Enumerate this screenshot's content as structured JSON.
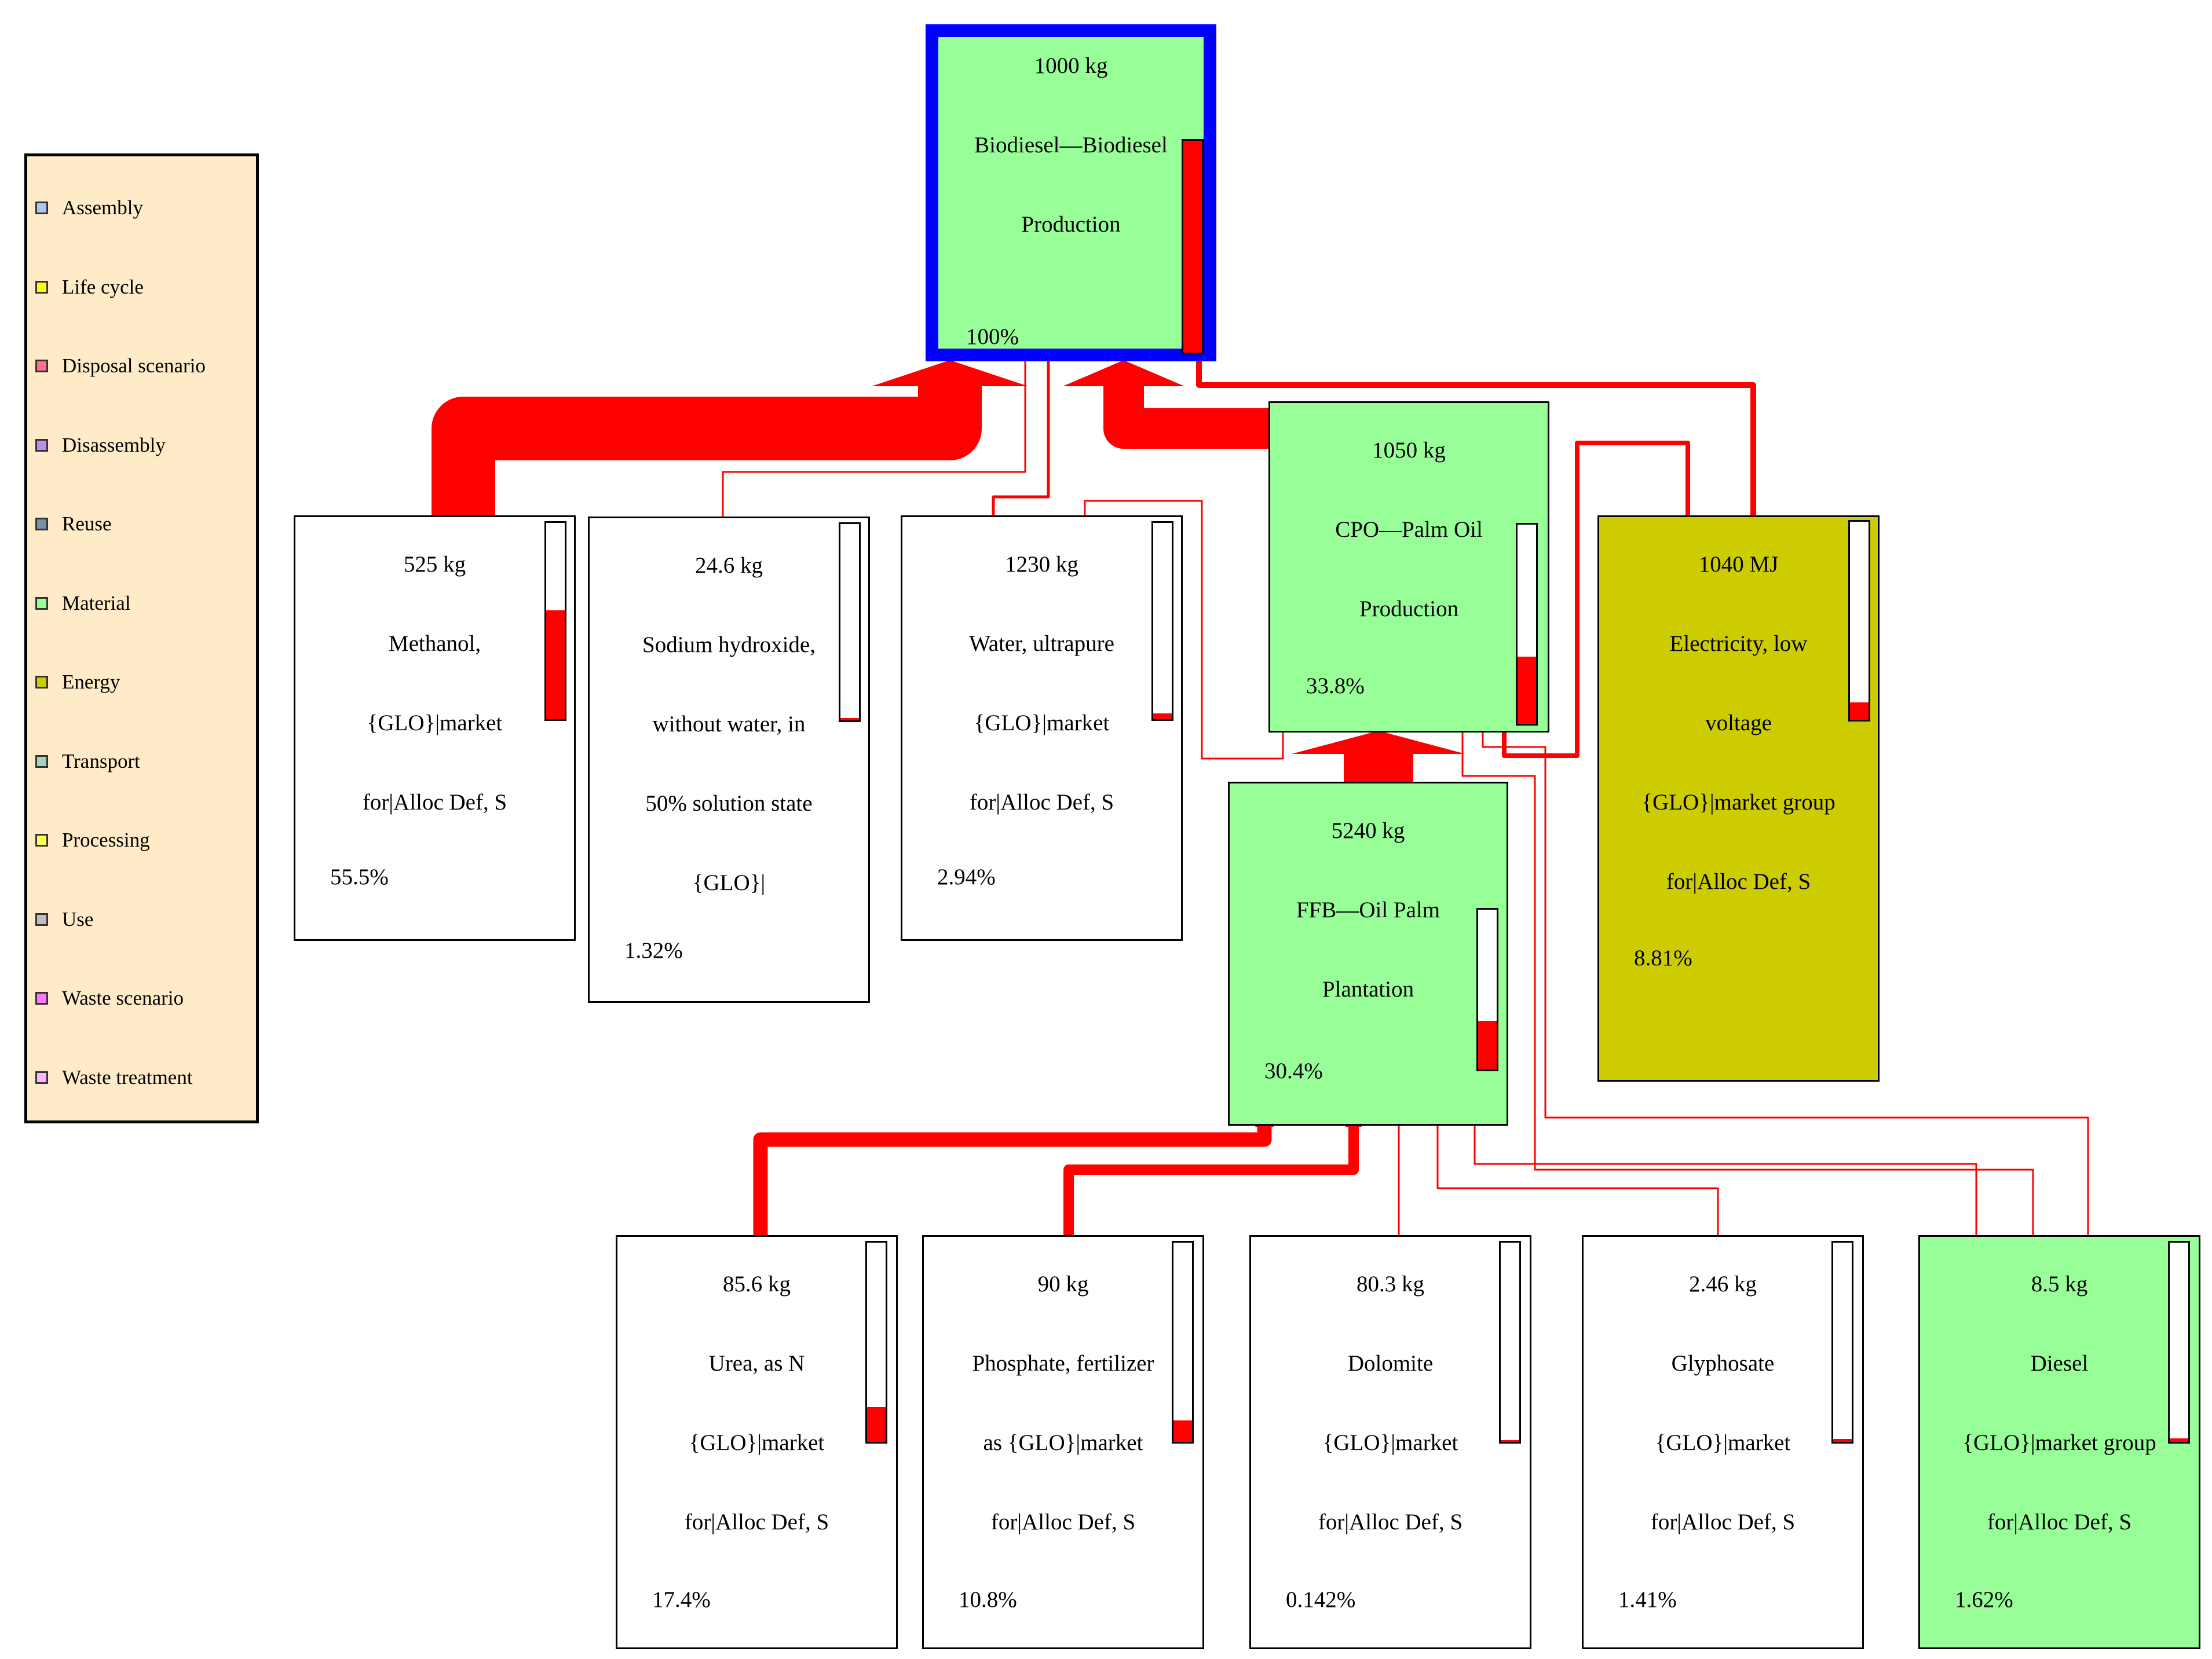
{
  "legend": {
    "items": [
      {
        "label": "Assembly",
        "color": "#a6caf0"
      },
      {
        "label": "Life cycle",
        "color": "#ffff00"
      },
      {
        "label": "Disposal scenario",
        "color": "#ff6e8e"
      },
      {
        "label": "Disassembly",
        "color": "#c08cf0"
      },
      {
        "label": "Reuse",
        "color": "#7890a8"
      },
      {
        "label": "Material",
        "color": "#98ff98"
      },
      {
        "label": "Energy",
        "color": "#cccc00"
      },
      {
        "label": "Transport",
        "color": "#a0d8b4"
      },
      {
        "label": "Processing",
        "color": "#ffff50"
      },
      {
        "label": "Use",
        "color": "#c0c0c0"
      },
      {
        "label": "Waste scenario",
        "color": "#ff78ff"
      },
      {
        "label": "Waste treatment",
        "color": "#ffb4ff"
      }
    ]
  },
  "colors": {
    "flow": "#ff0000",
    "root_border": "#0000ff",
    "material": "#98ff98",
    "energy": "#cccc00",
    "plain": "#ffffff"
  },
  "nodes": [
    {
      "id": "biodiesel",
      "amount": "1000 kg",
      "name_lines": [
        "Biodiesel—Biodiesel",
        "Production"
      ],
      "percent": "100%",
      "share": 1.0
    },
    {
      "id": "methanol",
      "amount": "525 kg",
      "name_lines": [
        "Methanol,",
        "{GLO}|market",
        "for|Alloc Def, S"
      ],
      "percent": "55.5%",
      "share": 0.555
    },
    {
      "id": "sodium-hydroxide",
      "amount": "24.6 kg",
      "name_lines": [
        "Sodium hydroxide,",
        "without water, in",
        "50% solution state",
        "{GLO}|"
      ],
      "percent": "1.32%",
      "share": 0.0132
    },
    {
      "id": "water",
      "amount": "1230 kg",
      "name_lines": [
        "Water, ultrapure",
        "{GLO}|market",
        "for|Alloc Def, S"
      ],
      "percent": "2.94%",
      "share": 0.0294
    },
    {
      "id": "cpo",
      "amount": "1050 kg",
      "name_lines": [
        "CPO—Palm Oil",
        "Production"
      ],
      "percent": "33.8%",
      "share": 0.338
    },
    {
      "id": "electricity",
      "amount": "1040 MJ",
      "name_lines": [
        "Electricity, low",
        "voltage",
        "{GLO}|market group",
        "for|Alloc Def, S"
      ],
      "percent": "8.81%",
      "share": 0.0881
    },
    {
      "id": "ffb",
      "amount": "5240 kg",
      "name_lines": [
        "FFB—Oil Palm",
        "Plantation"
      ],
      "percent": "30.4%",
      "share": 0.304
    },
    {
      "id": "urea",
      "amount": "85.6 kg",
      "name_lines": [
        "Urea, as N",
        "{GLO}|market",
        "for|Alloc Def, S"
      ],
      "percent": "17.4%",
      "share": 0.174
    },
    {
      "id": "phosphate",
      "amount": "90 kg",
      "name_lines": [
        "Phosphate, fertilizer",
        "as {GLO}|market",
        "for|Alloc Def, S"
      ],
      "percent": "10.8%",
      "share": 0.108
    },
    {
      "id": "dolomite",
      "amount": "80.3 kg",
      "name_lines": [
        "Dolomite",
        "{GLO}|market",
        "for|Alloc Def, S"
      ],
      "percent": "0.142%",
      "share": 0.00142
    },
    {
      "id": "glyphosate",
      "amount": "2.46 kg",
      "name_lines": [
        "Glyphosate",
        "{GLO}|market",
        "for|Alloc Def, S"
      ],
      "percent": "1.41%",
      "share": 0.0141
    },
    {
      "id": "diesel",
      "amount": "8.5 kg",
      "name_lines": [
        "Diesel",
        "{GLO}|market group",
        "for|Alloc Def, S"
      ],
      "percent": "1.62%",
      "share": 0.0162
    }
  ]
}
